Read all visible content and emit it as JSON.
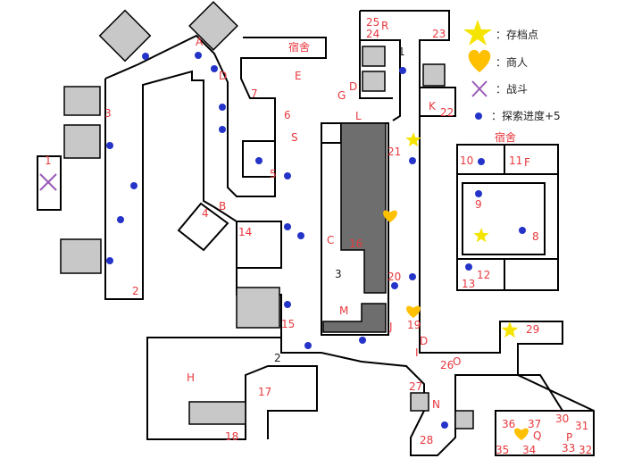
{
  "map": {
    "legend": [
      {
        "symbol": "star-icon",
        "color": "#f5e400",
        "label": "：存档点"
      },
      {
        "symbol": "heart-icon",
        "color": "#ffc000",
        "label": "：商人"
      },
      {
        "symbol": "cross-icon",
        "color": "#9b59b6",
        "label": "：战斗"
      },
      {
        "symbol": "dot-icon",
        "color": "#2433c8",
        "label": "：探索进度+5"
      }
    ],
    "room_labels": [
      "宿舍",
      "宿舍"
    ],
    "point_numbers": [
      "1",
      "2",
      "3",
      "4",
      "5",
      "6",
      "7",
      "8",
      "9",
      "10",
      "11",
      "12",
      "13",
      "14",
      "15",
      "16",
      "17",
      "18",
      "19",
      "20",
      "21",
      "22",
      "23",
      "24",
      "25",
      "26",
      "27",
      "28",
      "29",
      "30",
      "31",
      "32",
      "33",
      "34",
      "35",
      "36",
      "37"
    ],
    "letters": [
      "A",
      "B",
      "C",
      "D",
      "E",
      "F",
      "G",
      "H",
      "I",
      "J",
      "K",
      "L",
      "M",
      "N",
      "O",
      "P",
      "Q",
      "R",
      "S"
    ],
    "plain_numbers": [
      "1",
      "2",
      "3"
    ],
    "colors": {
      "wall": "#000000",
      "block": "#c8c8c8",
      "dark": "#6e6e6e",
      "label": "#e8383d",
      "dot": "#2433c8",
      "star": "#f5e400",
      "heart": "#ffc000",
      "cross": "#9b59b6"
    }
  }
}
